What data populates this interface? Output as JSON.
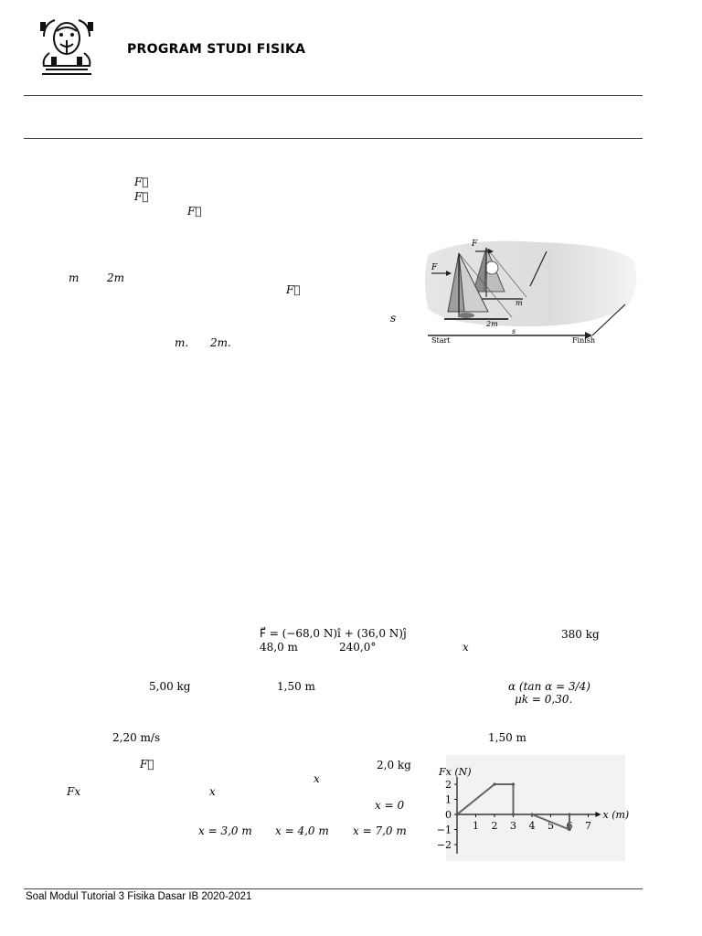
{
  "header": {
    "title": "PROGRAM STUDI FISIKA",
    "logo_icon": "university-ganesha-logo-icon"
  },
  "footer": {
    "text": "Soal Modul Tutorial 3 Fisika Dasar IB 2020-2021"
  },
  "problem1": {
    "f_vec_1": "F⃗",
    "f_vec_2": "F⃗",
    "f_vec_3": "F⃗",
    "mass_m": "m",
    "mass_2m": "2m",
    "f_vec_4": "F⃗",
    "dist_s": "s",
    "mass_m_end": "m.",
    "mass_2m_end": "2m."
  },
  "iceboat_figure": {
    "label_f_top": "F",
    "label_f_left": "F",
    "label_m": "m",
    "label_2m": "2m",
    "label_s": "s",
    "label_start": "Start",
    "label_finish": "Finish"
  },
  "problem2": {
    "force_expr": "F⃗ = (−68,0 N)î + (36,0 N)ĵ",
    "mass": "380 kg",
    "distance": "48,0 m",
    "angle": "240,0°",
    "axis_x": "x"
  },
  "problem3": {
    "mass": "5,00 kg",
    "length": "1,50 m",
    "alpha_expr": "α (tan α = 3/4)",
    "mu_expr": "μk = 0,30."
  },
  "problem4": {
    "speed": "2,20 m/s",
    "length": "1,50 m"
  },
  "problem5": {
    "f_vec": "F⃗",
    "mass": "2,0 kg",
    "axis_x1": "x",
    "fx_label": "Fx",
    "axis_x2": "x",
    "x_zero": "x = 0",
    "x_3": "x = 3,0 m",
    "x_4": "x = 4,0 m",
    "x_7": "x = 7,0 m"
  },
  "chart_data": {
    "type": "line",
    "xlabel": "x (m)",
    "ylabel": "Fx (N)",
    "x_ticks": [
      "1",
      "2",
      "3",
      "4",
      "5",
      "6",
      "7"
    ],
    "y_ticks": [
      "2",
      "1",
      "0",
      "−1",
      "−2"
    ],
    "xlim": [
      0,
      7
    ],
    "ylim": [
      -2,
      2
    ],
    "series": [
      {
        "x": [
          0,
          2,
          3,
          3,
          4,
          6,
          6
        ],
        "y": [
          0,
          2,
          2,
          0,
          0,
          -1,
          0
        ]
      }
    ]
  }
}
